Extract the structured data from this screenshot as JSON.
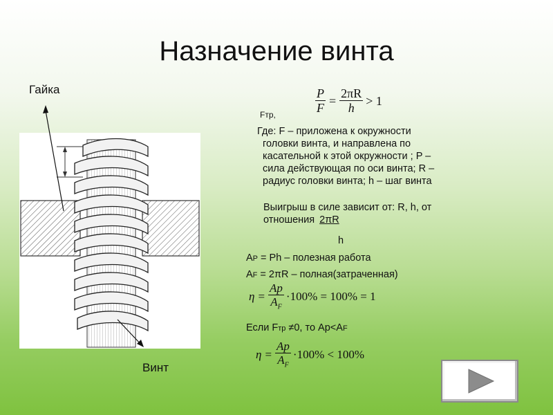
{
  "slide": {
    "title": "Назначение винта",
    "nut_label": "Гайка",
    "screw_label": "Винт"
  },
  "formulas": {
    "ftr_label": "Fтр,",
    "main": {
      "num_left": "P",
      "den_left": "F",
      "eq": "=",
      "num_right": "2πR",
      "den_right": "h",
      "tail": "> 1"
    },
    "explanation": [
      "Где: F – приложена к окружности",
      "головки винта, и направлена по",
      "касательной к этой окружности ; P –",
      "сила действующая по оси винта; R –",
      "радиус головки винта; h – шаг винта"
    ],
    "gain_lines": [
      "Выигрыш в силе зависит от: R, h, от",
      "отношения"
    ],
    "ratio_num": "2πR",
    "ratio_den": "h",
    "useful_work": {
      "main": "A",
      "sub": "Р",
      "rest": " = Ph – полезная работа"
    },
    "full_work": {
      "main": "A",
      "sub": "F",
      "rest": " = 2πR – полная(затраченная)"
    },
    "eff1": {
      "eta": "η",
      "eq": "=",
      "num": "Ap",
      "den_main": "A",
      "den_sub": "F",
      "tail": "·100% = 100% = 1"
    },
    "condition": {
      "pre": "Если F",
      "sub1": "тр",
      "mid": " ≠0, то Ap<A",
      "sub2": "F"
    },
    "eff2": {
      "eta": "η",
      "eq": "=",
      "num": "Ap",
      "den_main": "A",
      "den_sub": "F",
      "tail": "·100% < 100%"
    }
  },
  "nav": {
    "icon": "play-arrow-icon"
  }
}
